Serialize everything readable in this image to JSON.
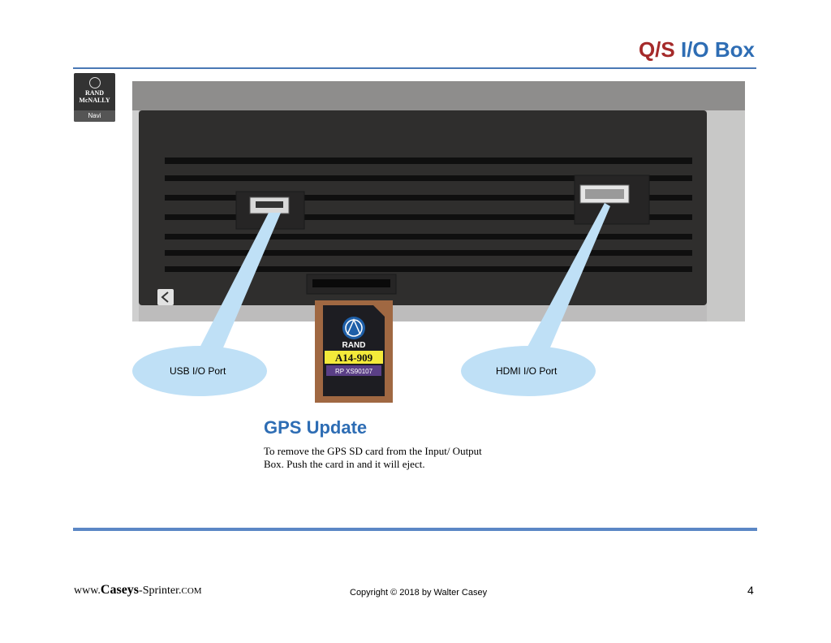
{
  "header": {
    "title_qs": "Q/S",
    "title_io": "I/O Box"
  },
  "logo": {
    "line1": "RAND",
    "line2": "McNALLY",
    "sub": "Navi"
  },
  "sdcard": {
    "brand": "RAND",
    "model": "A14-909",
    "part": "RP XS90107"
  },
  "callouts": {
    "usb": "USB I/O Port",
    "hdmi": "HDMI I/O Port"
  },
  "gps": {
    "heading": "GPS Update",
    "body": "To remove the GPS SD card from the Input/ Output Box. Push the card in and it will eject."
  },
  "footer": {
    "site_prefix": "www.",
    "site_name": "Caseys",
    "site_mid": "-Sprinter.",
    "site_tld": "COM",
    "copyright": "Copyright © 2018 by Walter Casey",
    "page_number": "4"
  },
  "colors": {
    "title_red": "#a52a2a",
    "accent_blue": "#2e6db4",
    "callout_fill": "#bfe0f6"
  }
}
